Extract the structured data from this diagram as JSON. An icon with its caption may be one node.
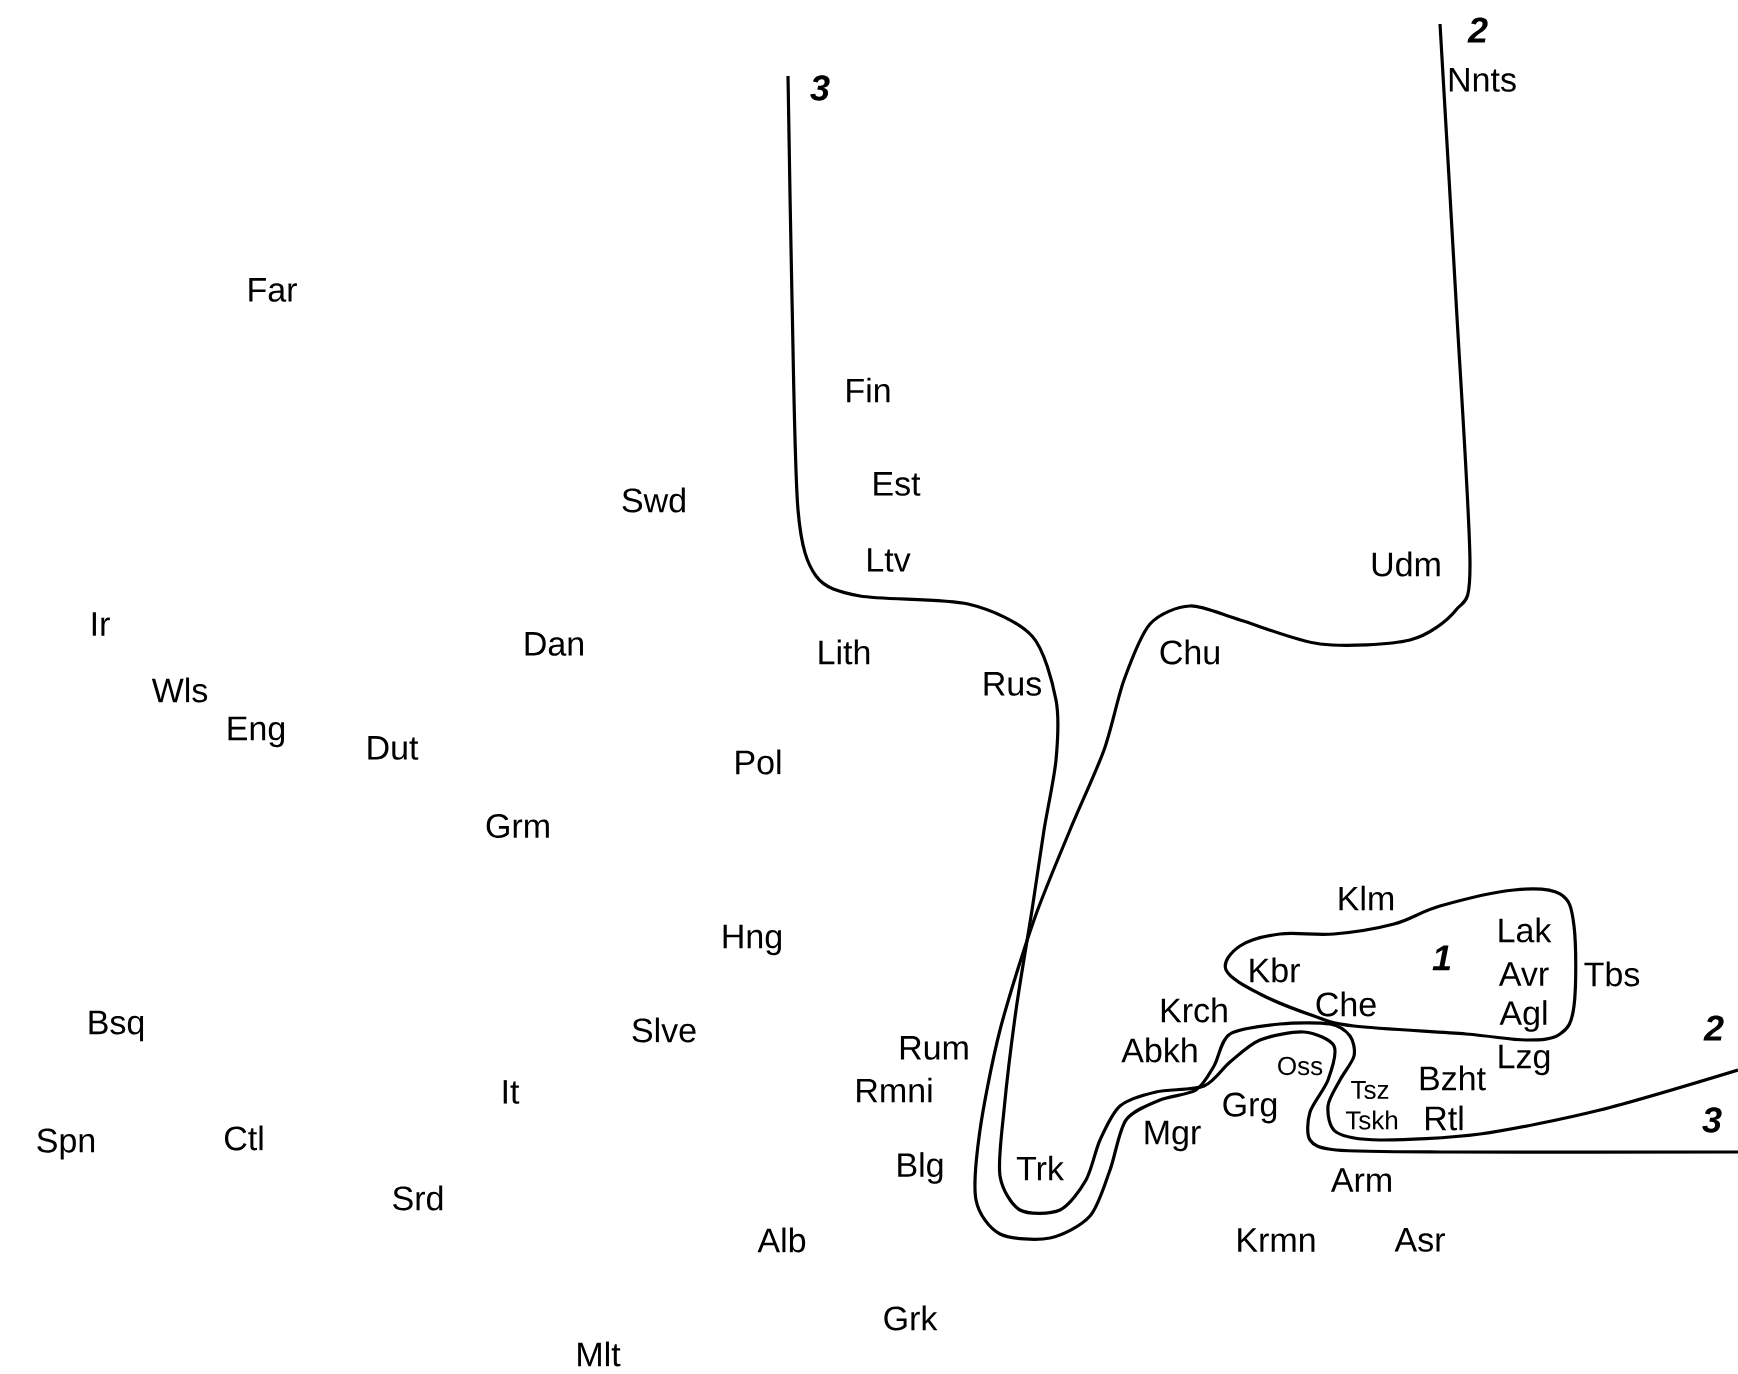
{
  "diagram": {
    "labels": [
      "2",
      "3",
      "Nnts",
      "Far",
      "Fin",
      "Swd",
      "Est",
      "Ltv",
      "Udm",
      "Ir",
      "Dan",
      "Lith",
      "Chu",
      "Wls",
      "Rus",
      "Eng",
      "Dut",
      "Pol",
      "Grm",
      "Klm",
      "Hng",
      "Lak",
      "Kbr",
      "1",
      "Avr",
      "Tbs",
      "Bsq",
      "Slve",
      "Krch",
      "Che",
      "Agl",
      "2",
      "Rum",
      "Abkh",
      "Oss",
      "Lzg",
      "It",
      "Rmni",
      "Tsz",
      "Bzht",
      "Grg",
      "Tskh",
      "Rtl",
      "3",
      "Spn",
      "Ctl",
      "Mgr",
      "Blg",
      "Trk",
      "Arm",
      "Srd",
      "Alb",
      "Krmn",
      "Asr",
      "Grk",
      "Mlt"
    ]
  }
}
